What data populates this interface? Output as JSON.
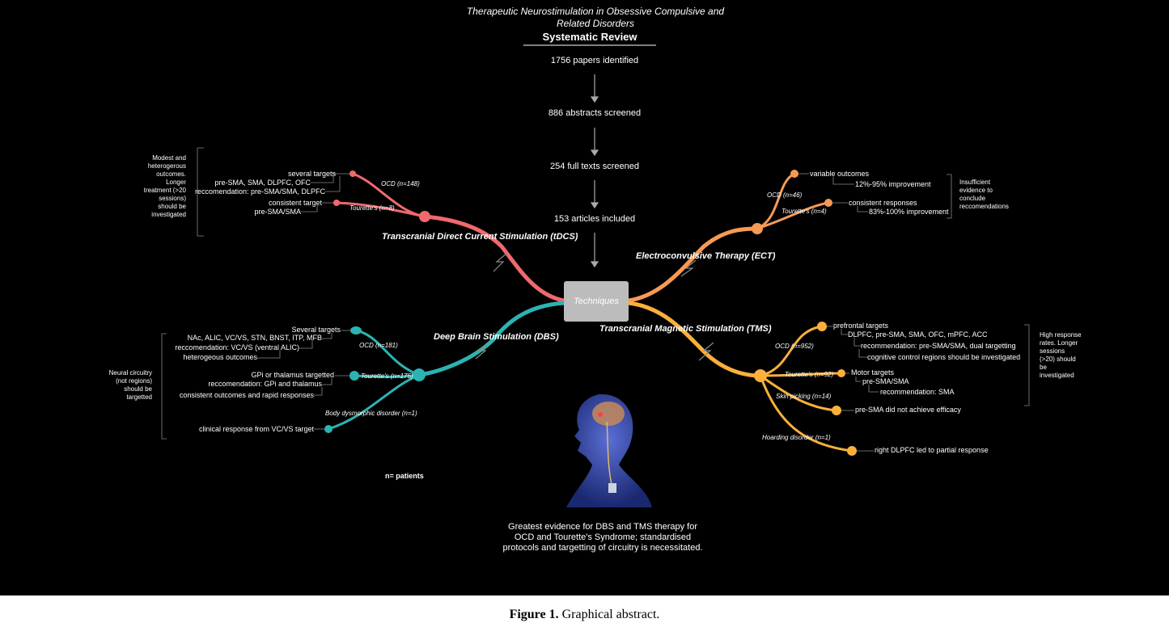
{
  "header": {
    "title": "Therapeutic Neurostimulation in Obsessive Compulsive and Related Disorders",
    "subtitle": "Systematic Review"
  },
  "flow": [
    "1756 papers identified",
    "886 abstracts screened",
    "254 full texts screened",
    "153 articles included"
  ],
  "center": "Techniques",
  "tdcs": {
    "title": "Transcranial Direct Current Stimulation (tDCS)",
    "ocd": "OCD (n=148)",
    "tourette": "Tourette's (n=8)",
    "items": [
      "several targets",
      "pre-SMA, SMA, DLPFC, OFC",
      "reccomendation: pre-SMA/SMA, DLPFC",
      "consistent target",
      "pre-SMA/SMA"
    ],
    "note": "Modest and heterogerous outcomes. Longer treatment (>20 sessions) should be investigated"
  },
  "ect": {
    "title": "Electroconvulsive Therapy (ECT)",
    "ocd": "OCD (n=46)",
    "tourette": "Tourette's (n=4)",
    "items": [
      "variable outcomes",
      "12%-95% improvement",
      "consistent responses",
      "83%-100% improvement"
    ],
    "note": "Insufficient evidence to conclude reccomendations"
  },
  "dbs": {
    "title": "Deep Brain Stimulation (DBS)",
    "ocd": "OCD (n=181)",
    "tourette": "Tourette's (n=175)",
    "bdd": "Body dysmorphic disorder (n=1)",
    "items": [
      "Several targets",
      "NAc, ALIC, VC/VS, STN, BNST, ITP, MFB",
      "reccomendation: VC/VS (ventral ALIC)",
      "heterogeous outcomes",
      "GPi or thalamus targetted",
      "reccomendation: GPi and thalamus",
      "consistent outcomes and rapid responses",
      "clinical response from VC/VS target"
    ],
    "note": "Neural circuitry (not regions) should be targetted"
  },
  "tms": {
    "title": "Transcranial Magnetic Stimulation (TMS)",
    "ocd": "OCD (n=952)",
    "tourette": "Tourette's (n=92)",
    "skin": "Skin picking (n=14)",
    "hoarding": "Hoarding disorder (n=1)",
    "items": [
      "prefrontal targets",
      "DLPFC, pre-SMA, SMA, OFC, mPFC, ACC",
      "recommendation: pre-SMA/SMA, dual targetting",
      "cognitive control regions should be investigated",
      "Motor targets",
      "pre-SMA/SMA",
      "recommendation: SMA",
      "pre-SMA did not achieve efficacy",
      "right DLPFC led to partial response"
    ],
    "note": "High response rates. Longer sessions (>20) should be investigated"
  },
  "legend": "n= patients",
  "summary": "Greatest evidence for DBS and TMS therapy for OCD and Tourette's Syndrome; standardised protocols and targetting of circuitry is necessitated.",
  "caption": {
    "label": "Figure 1.",
    "text": "Graphical abstract."
  },
  "colors": {
    "tdcs": "#f0696e",
    "ect": "#f79a55",
    "dbs": "#2cb3b3",
    "tms": "#fbb03b",
    "box": "#bcbcbc",
    "background": "#000000"
  }
}
